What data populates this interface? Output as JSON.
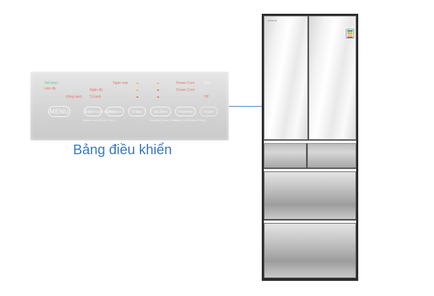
{
  "caption": "Bảng điều khiển",
  "panel": {
    "top_indicators": [
      {
        "text": "Tiết kiệm",
        "tone": "green"
      },
      {
        "text": "Làm đá",
        "tone": "red"
      },
      {
        "text": "Đông lạnh",
        "tone": "red"
      },
      {
        "text": "Ngăn đá",
        "tone": "red"
      },
      {
        "text": "Tủ lạnh",
        "tone": "red"
      },
      {
        "text": "Ngăn mát",
        "tone": "red"
      },
      {
        "text": "Power Cool",
        "tone": "red"
      },
      {
        "text": "Power Cool",
        "tone": "red"
      },
      {
        "text": "Eco",
        "tone": "white"
      },
      {
        "text": "Off",
        "tone": "red"
      }
    ],
    "menu_label": "MENU",
    "buttons": [
      {
        "label": "Button Lock (Auto)"
      },
      {
        "label": "Restore"
      },
      {
        "label": "Fridge"
      },
      {
        "label": "Sel.Zone"
      },
      {
        "label": "PowerAct"
      },
      {
        "label": "Oxygen"
      }
    ],
    "sublabels": [
      {
        "text": "Button Lock (Press 3 Sec.)"
      },
      {
        "text": "Cleaning (Press 3 Sec.)"
      },
      {
        "text": "Touch Cool (Press 3 Sec.)"
      }
    ]
  },
  "fridge": {
    "brand": "HITACHI"
  }
}
